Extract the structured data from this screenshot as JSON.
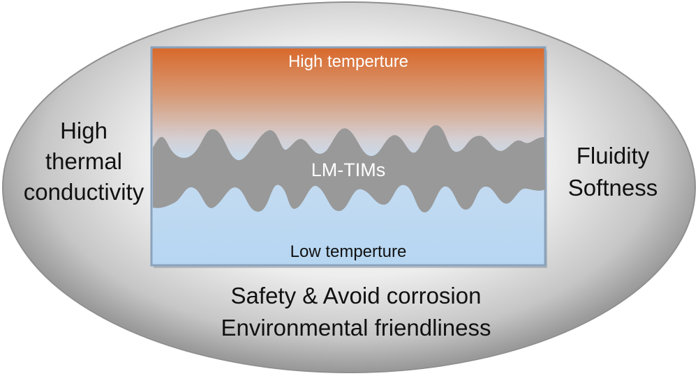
{
  "diagram": {
    "left_properties": [
      "High",
      "thermal",
      "conductivity"
    ],
    "right_properties": [
      "Fluidity",
      "Softness"
    ],
    "bottom_properties": [
      "Safety & Avoid corrosion",
      "Environmental friendliness"
    ],
    "box": {
      "top_label": "High temperture",
      "center_label": "LM-TIMs",
      "bottom_label": "Low temperture"
    },
    "colors": {
      "ellipse_light": "#f4f4f4",
      "ellipse_dark": "#9e9e9e",
      "hot_top": "#d9682a",
      "cool_bottom": "#b4d5ef",
      "liquid_metal": "#999999",
      "box_border": "#8aa2bc"
    }
  }
}
